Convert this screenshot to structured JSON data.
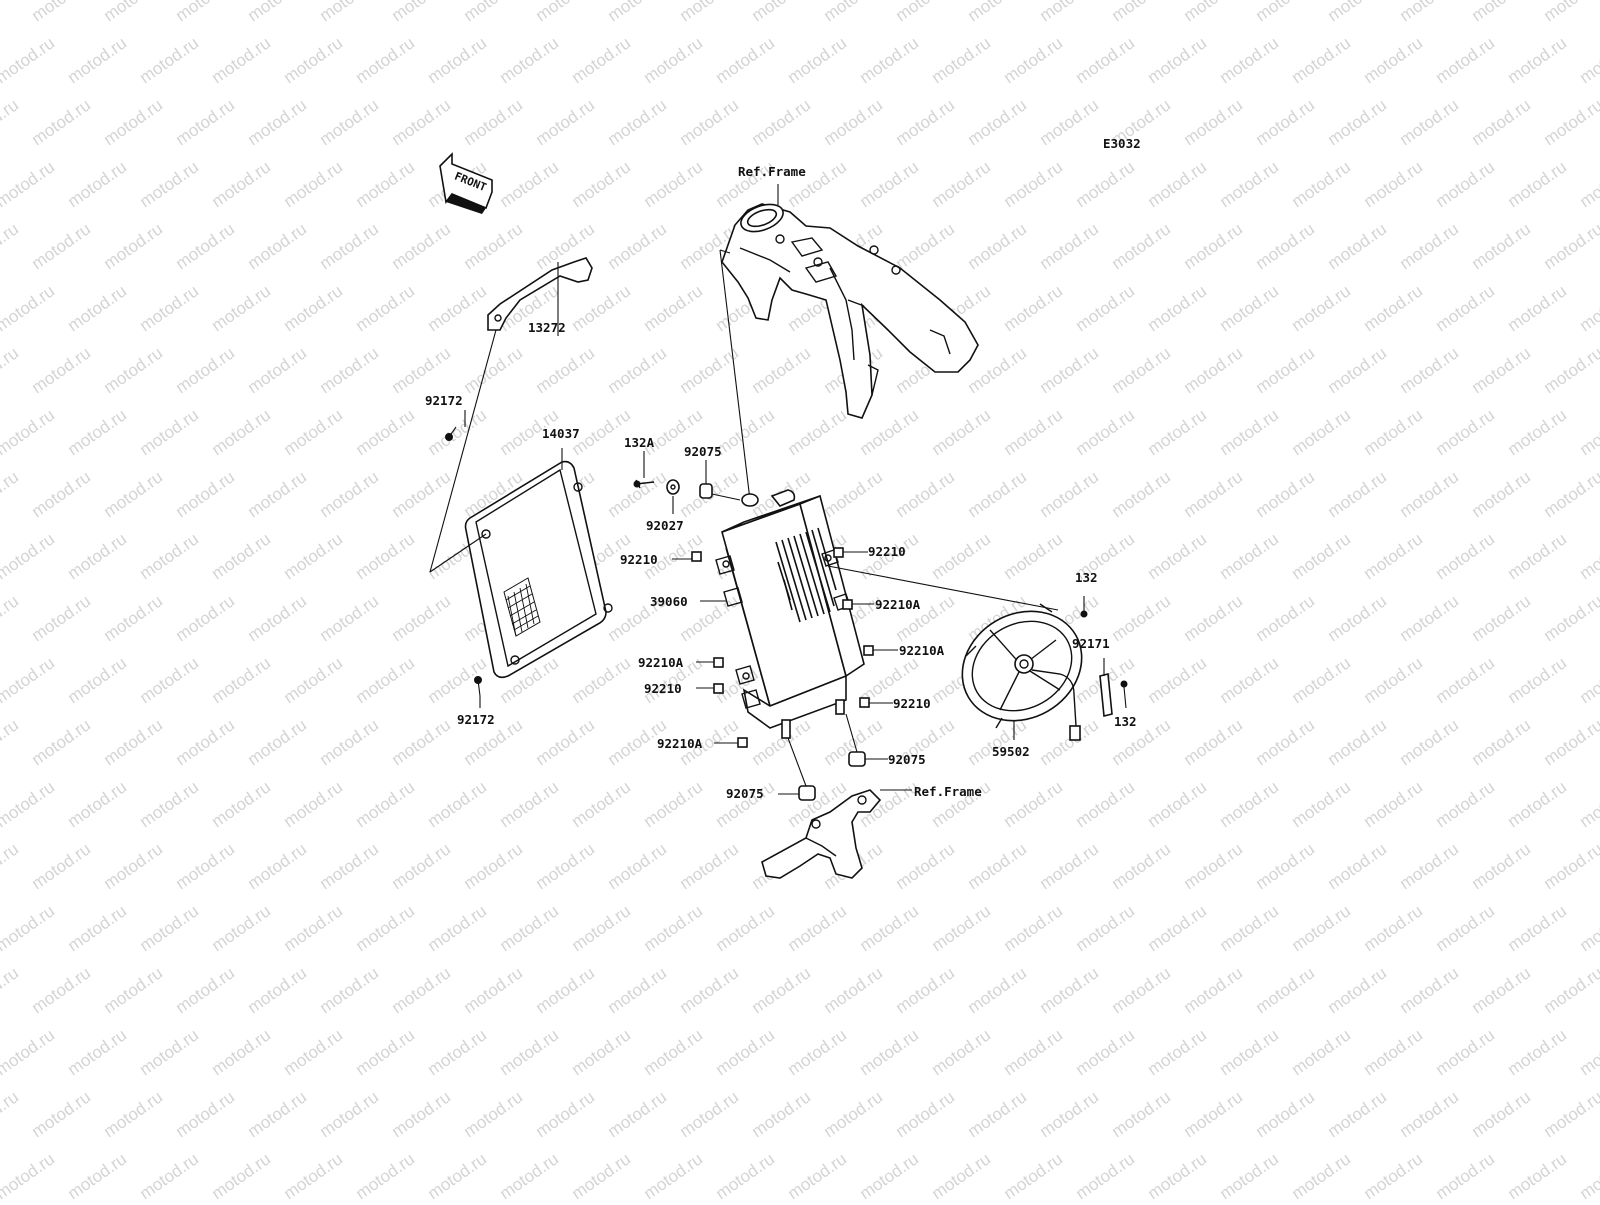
{
  "diagram": {
    "code": "E3032",
    "front_label": "FRONT",
    "watermark": "motod.ru",
    "callouts": [
      {
        "id": "ref-frame-top",
        "text": "Ref.Frame"
      },
      {
        "id": "13272",
        "text": "13272"
      },
      {
        "id": "92172-top",
        "text": "92172"
      },
      {
        "id": "14037",
        "text": "14037"
      },
      {
        "id": "132A",
        "text": "132A"
      },
      {
        "id": "92075-top",
        "text": "92075"
      },
      {
        "id": "92027",
        "text": "92027"
      },
      {
        "id": "92210-l1",
        "text": "92210"
      },
      {
        "id": "92210-r1",
        "text": "92210"
      },
      {
        "id": "39060",
        "text": "39060"
      },
      {
        "id": "92210A-r1",
        "text": "92210A"
      },
      {
        "id": "132-top",
        "text": "132"
      },
      {
        "id": "92210A-r2",
        "text": "92210A"
      },
      {
        "id": "92171",
        "text": "92171"
      },
      {
        "id": "92210A-l1",
        "text": "92210A"
      },
      {
        "id": "92210-l2",
        "text": "92210"
      },
      {
        "id": "92210-r2",
        "text": "92210"
      },
      {
        "id": "132-bottom",
        "text": "132"
      },
      {
        "id": "92172-bottom",
        "text": "92172"
      },
      {
        "id": "59502",
        "text": "59502"
      },
      {
        "id": "92210A-l2",
        "text": "92210A"
      },
      {
        "id": "92075-r",
        "text": "92075"
      },
      {
        "id": "92075-l",
        "text": "92075"
      },
      {
        "id": "ref-frame-bottom",
        "text": "Ref.Frame"
      }
    ]
  }
}
